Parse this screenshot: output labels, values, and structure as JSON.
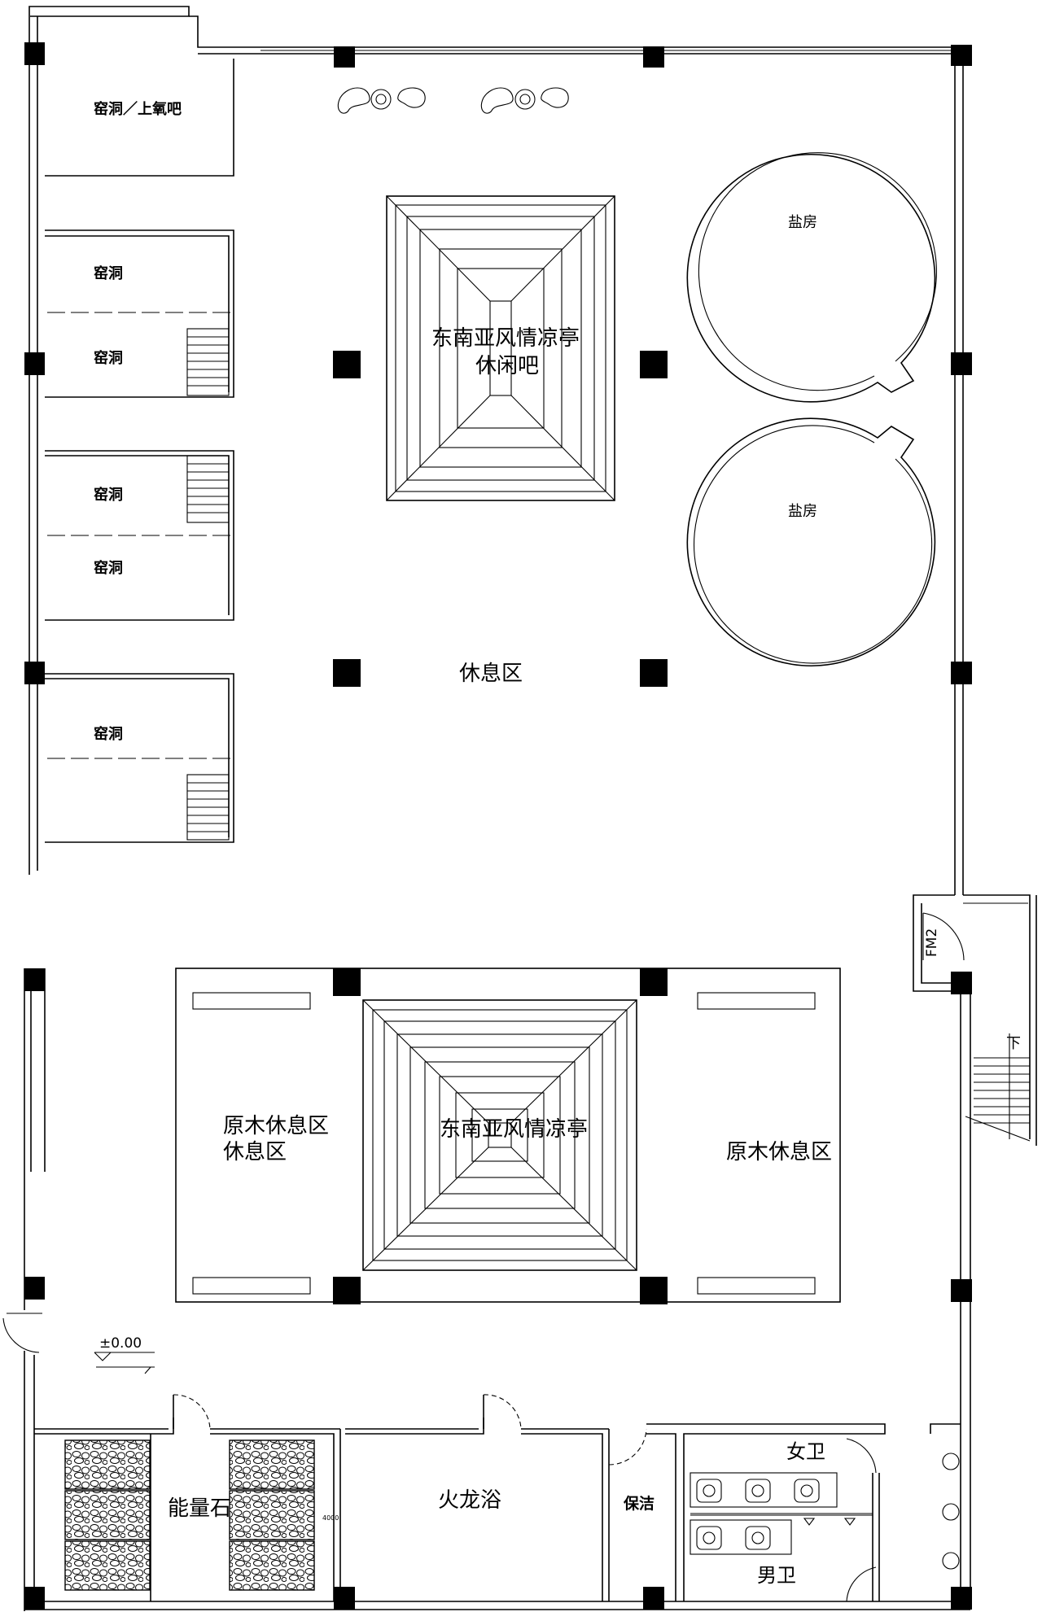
{
  "rooms": {
    "cave_oxygen_bar": "窑洞／上氧吧",
    "cave_1": "窑洞",
    "cave_2": "窑洞",
    "cave_3": "窑洞",
    "cave_4": "窑洞",
    "cave_5": "窑洞",
    "pavilion_top_line1": "东南亚风情凉亭",
    "pavilion_top_line2": "休闲吧",
    "salt_room_1": "盐房",
    "salt_room_2": "盐房",
    "rest_area": "休息区",
    "door_fm2": "FM2",
    "stair_down": "下",
    "log_rest_left_line1": "原木休息区",
    "log_rest_left_line2": "休息区",
    "pavilion_center": "东南亚风情凉亭",
    "log_rest_right": "原木休息区",
    "elevation": "±0.00",
    "energy_stone": "能量石",
    "fire_dragon_bath": "火龙浴",
    "cleaning": "保洁",
    "women_toilet": "女卫",
    "men_toilet": "男卫",
    "dim_4000": "4000"
  }
}
